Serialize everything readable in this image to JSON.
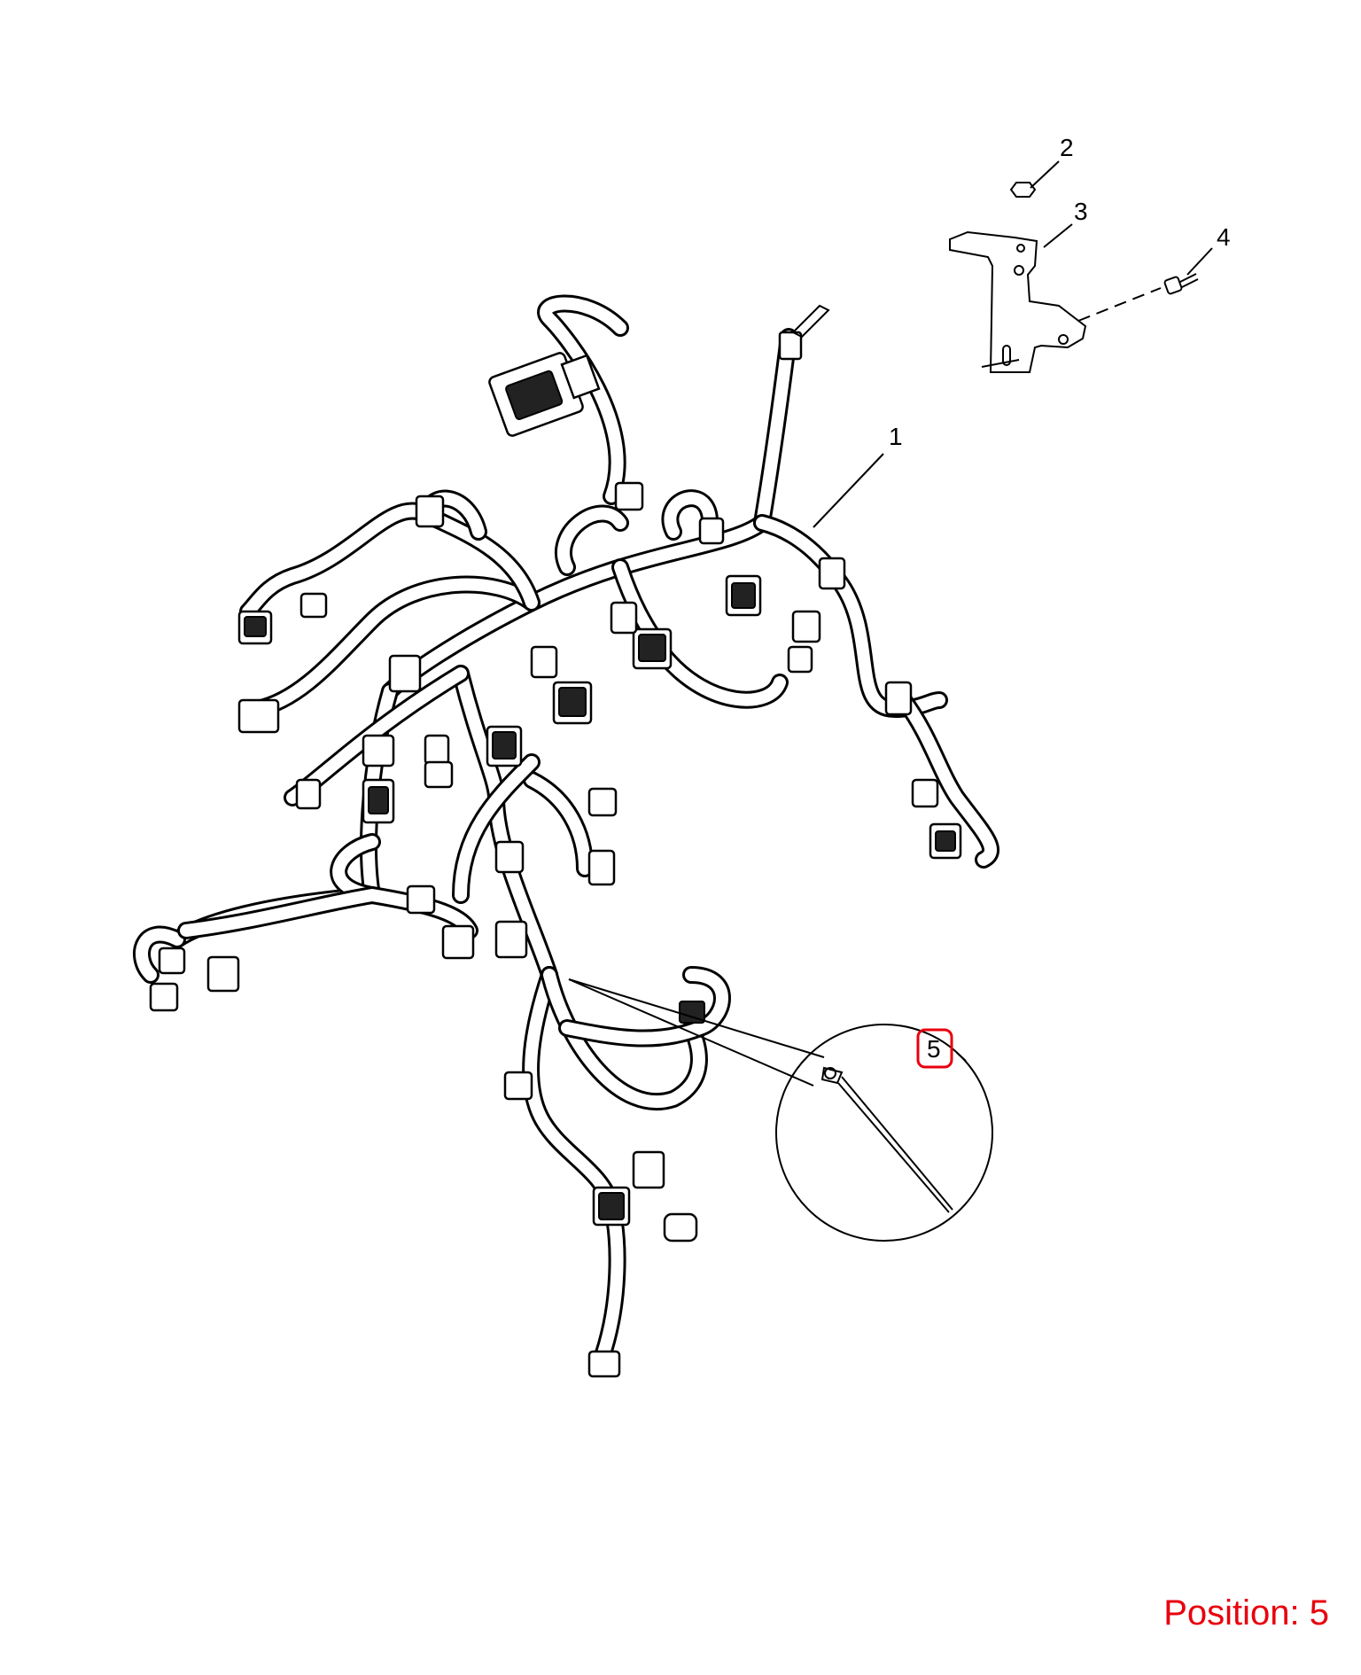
{
  "callouts": [
    {
      "id": "1",
      "label": "1"
    },
    {
      "id": "2",
      "label": "2"
    },
    {
      "id": "3",
      "label": "3"
    },
    {
      "id": "4",
      "label": "4"
    },
    {
      "id": "5",
      "label": "5"
    }
  ],
  "position_label": "Position: 5",
  "colors": {
    "line": "#000000",
    "highlight": "#e8000d",
    "background": "#ffffff"
  }
}
